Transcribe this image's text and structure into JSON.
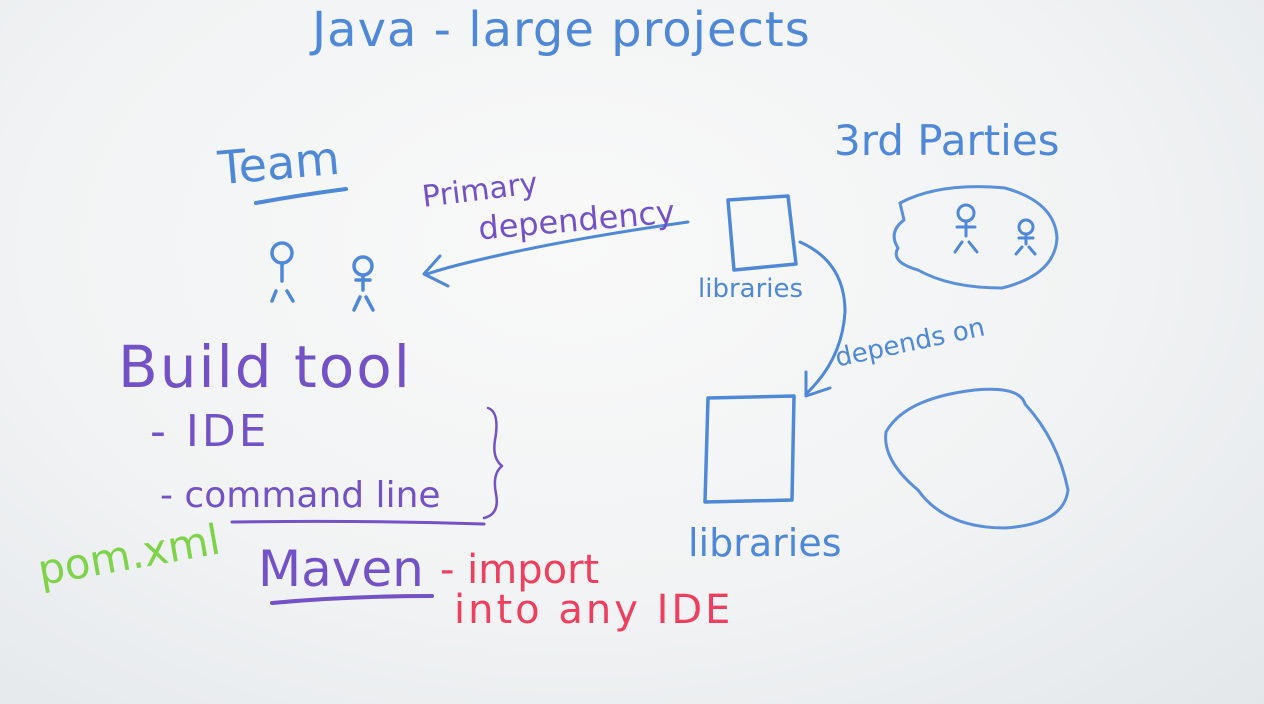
{
  "title": "Java - large projects",
  "team": {
    "label": "Team"
  },
  "primary_dependency": {
    "label_line1": "Primary",
    "label_line2": "dependency"
  },
  "third_parties": {
    "label": "3rd Parties"
  },
  "libraries_top": {
    "label": "libraries"
  },
  "depends_on": {
    "label": "depends on"
  },
  "libraries_bottom": {
    "label": "libraries"
  },
  "build_tool": {
    "heading": "Build tool",
    "items": [
      "- IDE",
      "- command line"
    ]
  },
  "pom": {
    "label": "pom.xml"
  },
  "maven": {
    "label": "Maven",
    "note_line1": "- import",
    "note_line2": "into any IDE"
  },
  "colors": {
    "blue_marker": "#4f88d6",
    "purple_marker": "#7352c6",
    "red_marker": "#ef3f5f",
    "green_marker": "#7ed34a"
  }
}
